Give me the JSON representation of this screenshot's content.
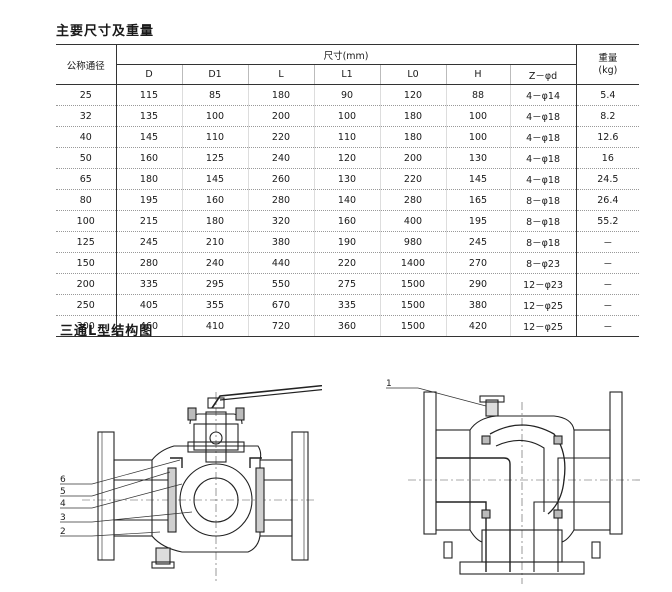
{
  "titles": {
    "main_dimensions": "主要尺寸及重量",
    "structure": "三通L型结构图"
  },
  "table": {
    "row_header": "公称通径",
    "dim_header": "尺寸(mm)",
    "weight_header_line1": "重量",
    "weight_header_line2": "(kg)",
    "columns": [
      "D",
      "D1",
      "L",
      "L1",
      "L0",
      "H",
      "Z－φd"
    ],
    "rows": [
      [
        "25",
        "115",
        "85",
        "180",
        "90",
        "120",
        "88",
        "4－φ14",
        "5.4"
      ],
      [
        "32",
        "135",
        "100",
        "200",
        "100",
        "180",
        "100",
        "4－φ18",
        "8.2"
      ],
      [
        "40",
        "145",
        "110",
        "220",
        "110",
        "180",
        "100",
        "4－φ18",
        "12.6"
      ],
      [
        "50",
        "160",
        "125",
        "240",
        "120",
        "200",
        "130",
        "4－φ18",
        "16"
      ],
      [
        "65",
        "180",
        "145",
        "260",
        "130",
        "220",
        "145",
        "4－φ18",
        "24.5"
      ],
      [
        "80",
        "195",
        "160",
        "280",
        "140",
        "280",
        "165",
        "8－φ18",
        "26.4"
      ],
      [
        "100",
        "215",
        "180",
        "320",
        "160",
        "400",
        "195",
        "8－φ18",
        "55.2"
      ],
      [
        "125",
        "245",
        "210",
        "380",
        "190",
        "980",
        "245",
        "8－φ18",
        "－"
      ],
      [
        "150",
        "280",
        "240",
        "440",
        "220",
        "1400",
        "270",
        "8－φ23",
        "－"
      ],
      [
        "200",
        "335",
        "295",
        "550",
        "275",
        "1500",
        "290",
        "12－φ23",
        "－"
      ],
      [
        "250",
        "405",
        "355",
        "670",
        "335",
        "1500",
        "380",
        "12－φ25",
        "－"
      ],
      [
        "300",
        "460",
        "410",
        "720",
        "360",
        "1500",
        "420",
        "12－φ25",
        "－"
      ]
    ]
  },
  "left_drawing": {
    "callouts": [
      "6",
      "5",
      "4",
      "3",
      "2"
    ]
  },
  "right_drawing": {
    "callouts": [
      "1"
    ]
  }
}
